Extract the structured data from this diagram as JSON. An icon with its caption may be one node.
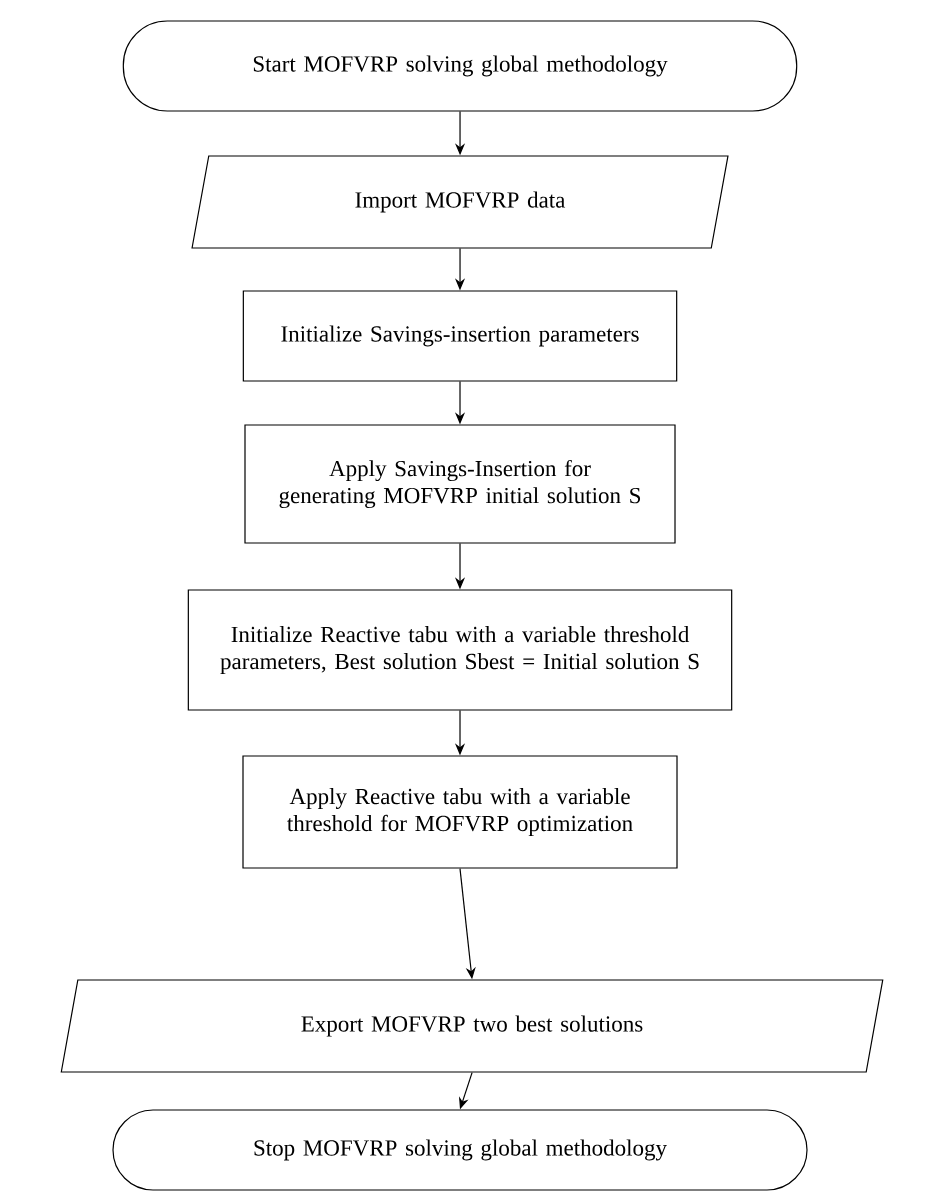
{
  "diagram": {
    "nodes": [
      {
        "text": [
          "Start MOFVRP solving global methodology"
        ]
      },
      {
        "text": [
          "Import MOFVRP data"
        ]
      },
      {
        "text": [
          "Initialize Savings-insertion parameters"
        ]
      },
      {
        "text": [
          "Apply Savings-Insertion for generating MOFVRP initial solution S"
        ]
      },
      {
        "text": [
          "Initialize Reactive tabu with a variable threshold parameters, Best solution Sbest = Initial solution S"
        ]
      },
      {
        "text": [
          "Apply Reactive tabu with a variable threshold for MOFVRP optimization"
        ]
      },
      {
        "text": [
          "Export MOFVRP two best solutions"
        ]
      },
      {
        "text": [
          "Stop MOFVRP solving global methodology"
        ]
      }
    ],
    "edges": [
      {
        "from": 0,
        "to": 1,
        "arrow": "to"
      },
      {
        "from": 1,
        "to": 2,
        "arrow": "to"
      },
      {
        "from": 2,
        "to": 3,
        "arrow": "to"
      },
      {
        "from": 3,
        "to": 4,
        "arrow": "to"
      },
      {
        "from": 4,
        "to": 5,
        "arrow": "to"
      },
      {
        "from": 5,
        "to": 6,
        "arrow": "to"
      },
      {
        "from": 6,
        "to": 7,
        "arrow": "to"
      }
    ]
  }
}
